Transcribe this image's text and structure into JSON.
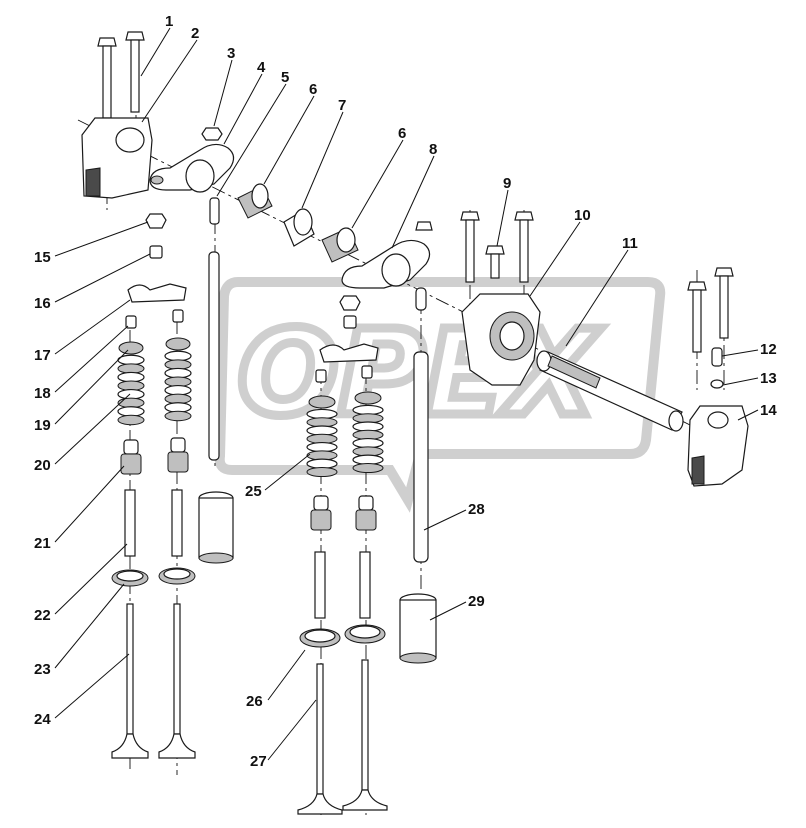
{
  "watermark": {
    "text": "OPEX"
  },
  "callouts": [
    "1",
    "2",
    "3",
    "4",
    "5",
    "6",
    "7",
    "6",
    "8",
    "9",
    "10",
    "11",
    "12",
    "13",
    "14",
    "15",
    "16",
    "17",
    "18",
    "19",
    "20",
    "21",
    "22",
    "23",
    "24",
    "25",
    "26",
    "27",
    "28",
    "29"
  ]
}
